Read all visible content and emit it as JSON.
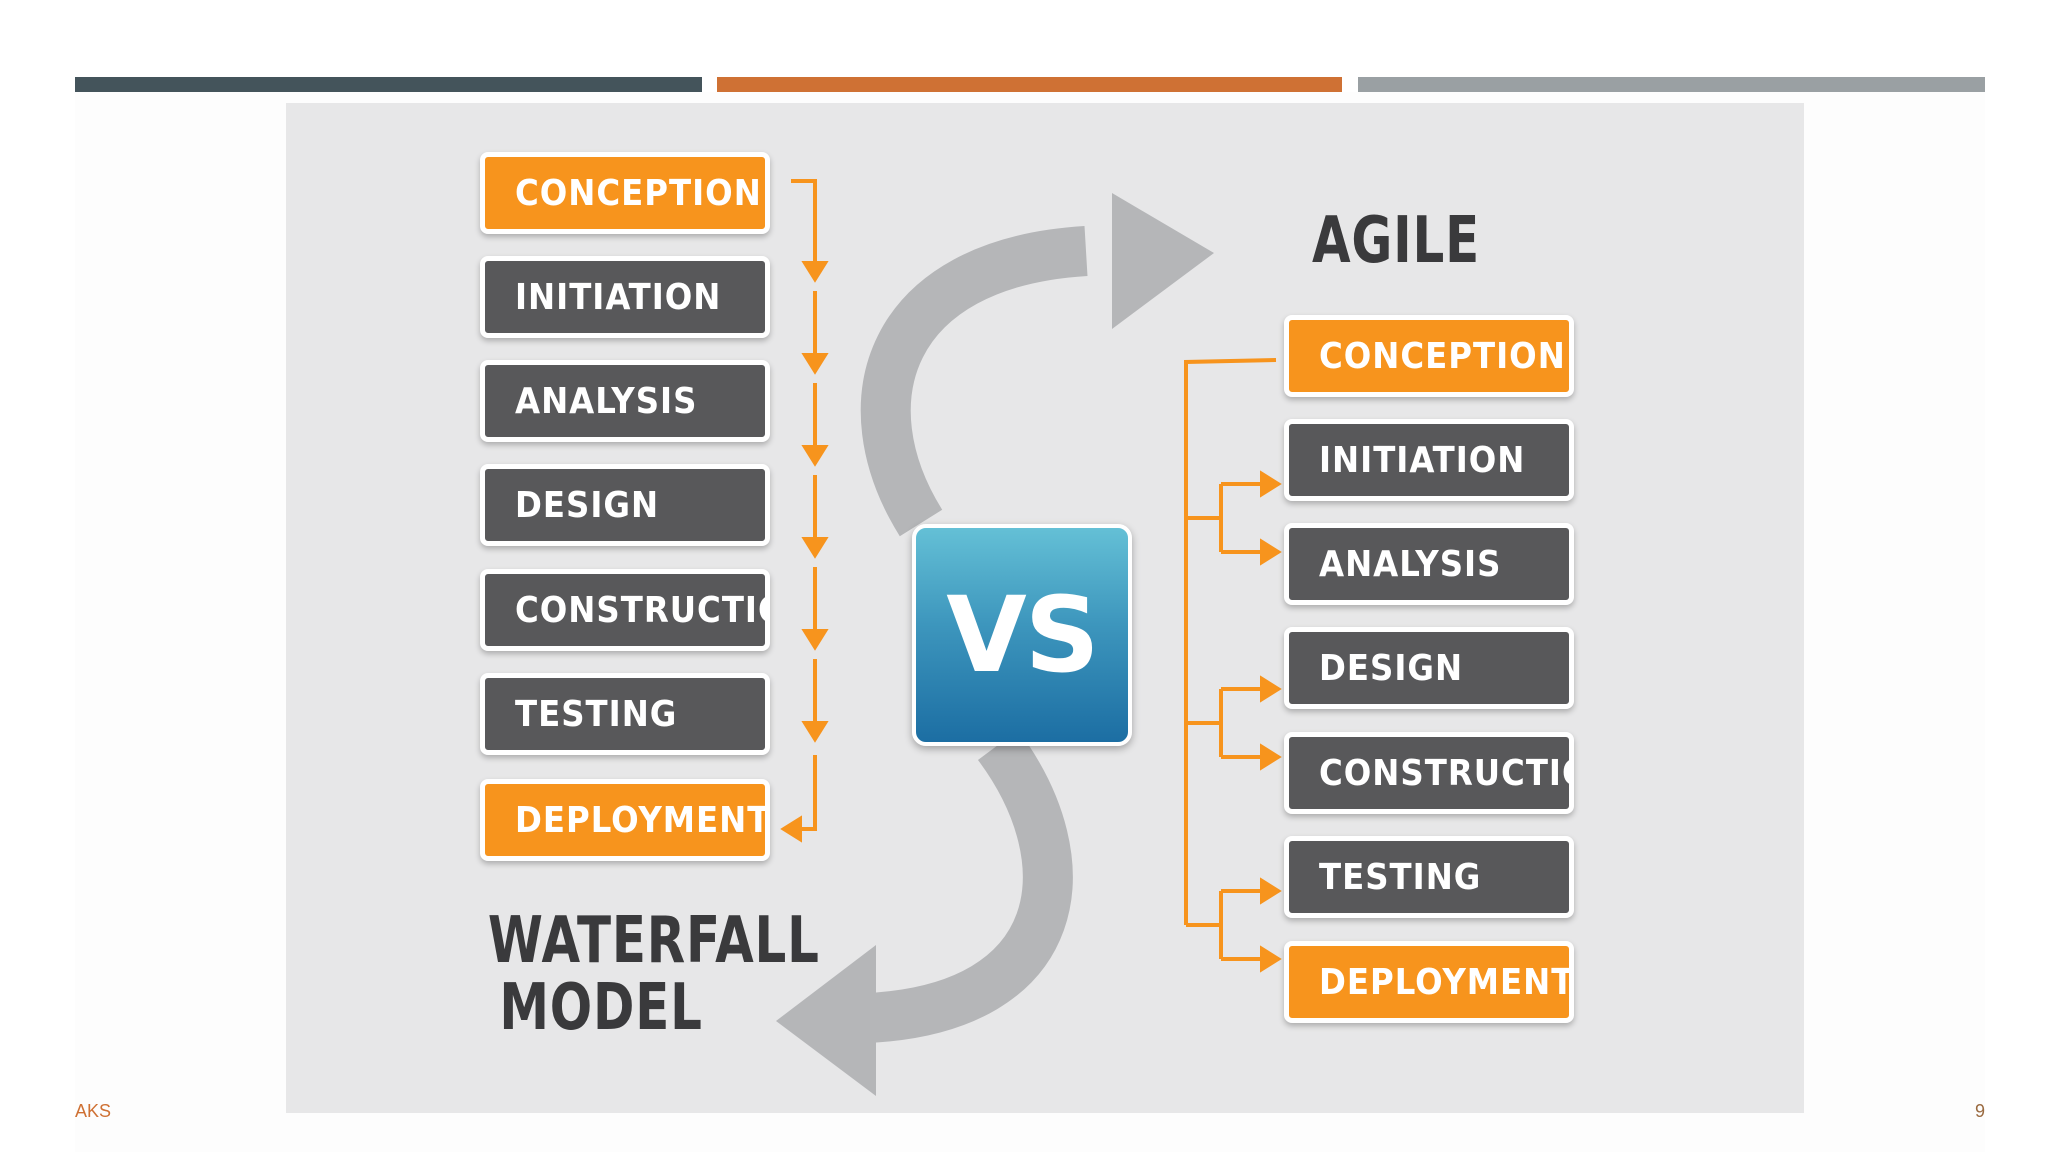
{
  "colors": {
    "bar_dark": "#44545b",
    "bar_orange": "#cf7134",
    "bar_gray": "#9aa0a3",
    "panel_bg": "#e7e7e8",
    "step_orange": "#f7941d",
    "step_gray": "#58585a",
    "vs_blue": "#2a7fb1",
    "curve_gray": "#b5b6b8"
  },
  "waterfall": {
    "title_line1": "WATERFALL",
    "title_line2": "MODEL",
    "steps": [
      "CONCEPTION",
      "INITIATION",
      "ANALYSIS",
      "DESIGN",
      "CONSTRUCTION",
      "TESTING",
      "DEPLOYMENT"
    ]
  },
  "agile": {
    "title": "AGILE",
    "steps": [
      "CONCEPTION",
      "INITIATION",
      "ANALYSIS",
      "DESIGN",
      "CONSTRUCTION",
      "TESTING",
      "DEPLOYMENT"
    ]
  },
  "center": {
    "label": "VS"
  },
  "footer": {
    "left": "AKS",
    "page_number": "9"
  }
}
